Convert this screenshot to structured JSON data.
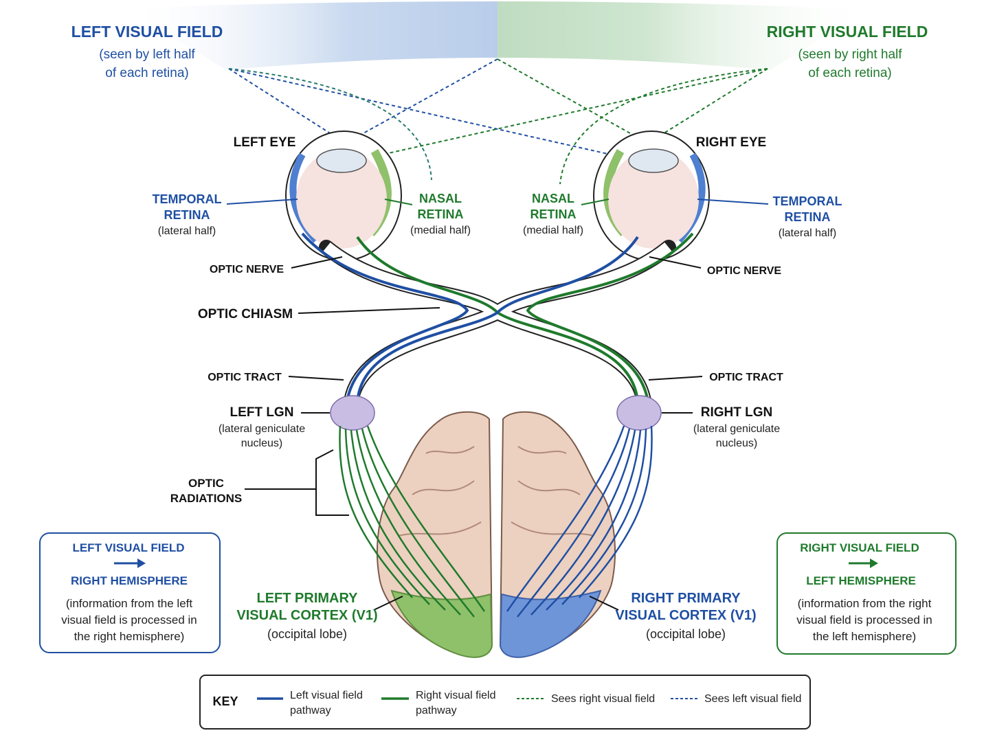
{
  "colors": {
    "left_field_blue": "#1f4fa3",
    "right_field_green": "#1f7a2c",
    "eye_fill": "#f6e2de",
    "lens": "#dfe7f1",
    "lgn": "#c9bde4",
    "brain": "#ecd0c0",
    "v1_left": "#8fc06a",
    "v1_right": "#6f95d9"
  },
  "fields": {
    "left_title": "LEFT VISUAL FIELD",
    "left_sub1": "(seen by left half",
    "left_sub2": "of each retina)",
    "right_title": "RIGHT VISUAL FIELD",
    "right_sub1": "(seen by right half",
    "right_sub2": "of each retina)"
  },
  "eyes": {
    "left": "LEFT EYE",
    "right": "RIGHT EYE"
  },
  "retina": {
    "temporal1": "TEMPORAL",
    "temporal2": "RETINA",
    "temporal_sub": "(lateral half)",
    "nasal1": "NASAL",
    "nasal2": "RETINA",
    "nasal_sub": "(medial half)"
  },
  "structures": {
    "optic_nerve": "OPTIC NERVE",
    "optic_chiasm": "OPTIC CHIASM",
    "optic_tract": "OPTIC TRACT",
    "left_lgn": "LEFT LGN",
    "right_lgn": "RIGHT LGN",
    "lgn_sub1": "(lateral geniculate",
    "lgn_sub2": "nucleus)",
    "radiations1": "OPTIC",
    "radiations2": "RADIATIONS"
  },
  "cortex": {
    "left1": "LEFT PRIMARY",
    "left2": "VISUAL CORTEX (V1)",
    "right1": "RIGHT PRIMARY",
    "right2": "VISUAL CORTEX (V1)",
    "sub": "(occipital lobe)"
  },
  "left_box": {
    "line1": "LEFT VISUAL FIELD",
    "line2": "RIGHT HEMISPHERE",
    "d1": "(information from the left",
    "d2": "visual field is processed in",
    "d3": "the right hemisphere)"
  },
  "right_box": {
    "line1": "RIGHT VISUAL FIELD",
    "line2": "LEFT HEMISPHERE",
    "d1": "(information from the right",
    "d2": "visual field is processed in",
    "d3": "the left hemisphere)"
  },
  "key": {
    "title": "KEY",
    "left_path1": "Left visual field",
    "left_path2": "pathway",
    "right_path1": "Right visual field",
    "right_path2": "pathway",
    "sees_right": "Sees right visual field",
    "sees_left": "Sees left visual field"
  }
}
